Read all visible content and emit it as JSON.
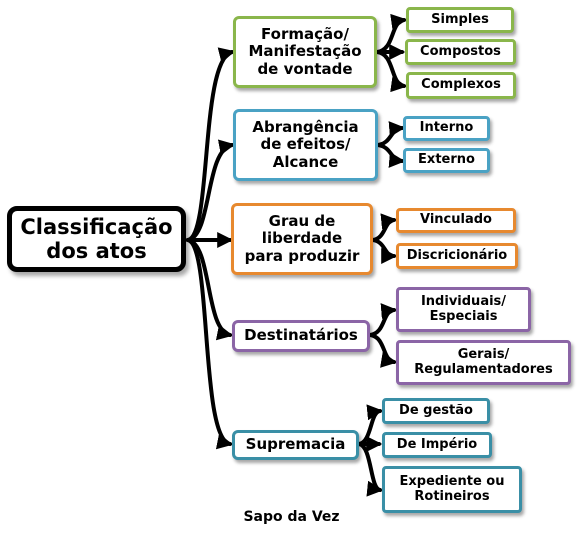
{
  "root": {
    "label": "Classificação\ndos atos"
  },
  "categories": [
    {
      "label": "Formação/\nManifestação\nde vontade",
      "color": "#8ab64b",
      "items": [
        "Simples",
        "Compostos",
        "Complexos"
      ]
    },
    {
      "label": "Abrangência\nde efeitos/\nAlcance",
      "color": "#4aa2c4",
      "items": [
        "Interno",
        "Externo"
      ]
    },
    {
      "label": "Grau de\nliberdade\npara produzir",
      "color": "#e7892f",
      "items": [
        "Vinculado",
        "Discricionário"
      ]
    },
    {
      "label": "Destinatários",
      "color": "#8b65a6",
      "items": [
        "Individuais/\nEspeciais",
        "Gerais/\nRegulamentadores"
      ]
    },
    {
      "label": "Supremacia",
      "color": "#3a8fa6",
      "items": [
        "De gestão",
        "De Império",
        "Expediente ou\nRotineiros"
      ]
    }
  ],
  "caption": "Sapo da Vez"
}
